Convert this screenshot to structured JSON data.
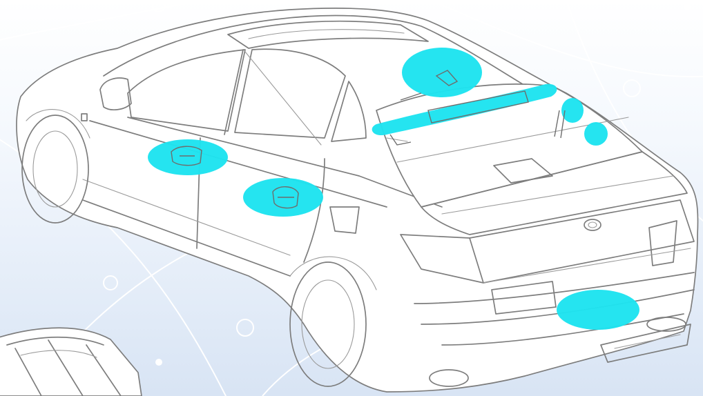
{
  "colors": {
    "highlight": "#1ee3ef",
    "line_art": "#7d7d7d",
    "background_top": "#ffffff",
    "background_bottom": "#d8e4f4",
    "network_lines": "#ffffff"
  },
  "icons": [
    "background-network-icon",
    "car-line-art-icon",
    "door-handle-icon",
    "antenna-icon",
    "camera-icon",
    "sensor-icon"
  ],
  "highlight_zones": [
    "front-door-handle",
    "rear-door-handle",
    "roof-antenna",
    "rear-window-defogger",
    "high-mount-stop-light",
    "rear-window-sensor",
    "rear-bumper-sensor"
  ]
}
